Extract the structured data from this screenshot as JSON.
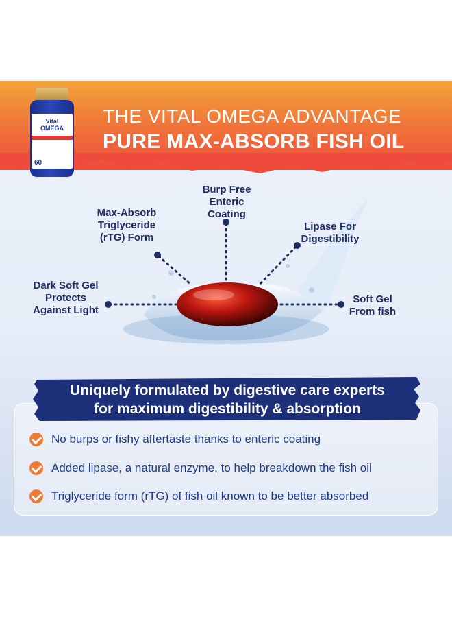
{
  "header": {
    "line1": "THE VITAL OMEGA ADVANTAGE",
    "line2": "PURE MAX-ABSORB FISH OIL"
  },
  "product": {
    "brand_line1": "Vital",
    "brand_line2": "OMEGA",
    "count": "60"
  },
  "callouts": {
    "burp_free": [
      "Burp Free",
      "Enteric",
      "Coating"
    ],
    "max_absorb": [
      "Max-Absorb",
      "Triglyceride",
      "(rTG) Form"
    ],
    "lipase": [
      "Lipase For",
      "Digestibility"
    ],
    "dark_gel": [
      "Dark Soft Gel",
      "Protects",
      "Against Light"
    ],
    "soft_gel": [
      "Soft Gel",
      "From fish"
    ]
  },
  "message": {
    "line1": "Uniquely formulated by digestive care experts",
    "line2": "for maximum digestibility & absorption"
  },
  "benefits": [
    "No burps or fishy aftertaste thanks to enteric coating",
    "Added lipase, a natural enzyme, to help breakdown the fish oil",
    "Triglyceride form (rTG) of fish oil known to be better absorbed"
  ],
  "colors": {
    "banner_top": "#f2a33a",
    "banner_bottom": "#ee4b3c",
    "navy": "#1f2d63",
    "check_orange": "#f07a33"
  }
}
